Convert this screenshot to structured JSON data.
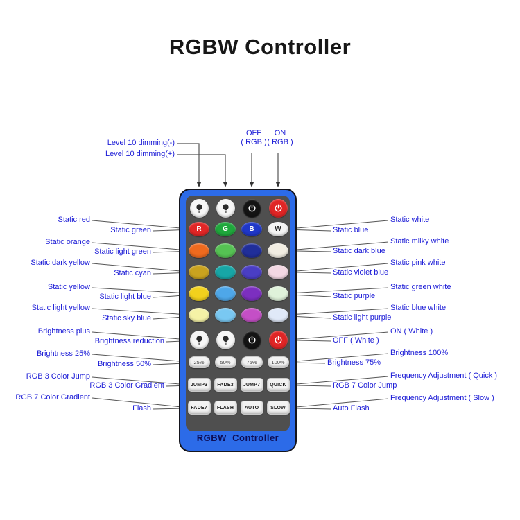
{
  "title": "RGBW Controller",
  "callouts": {
    "top": [
      {
        "text": "Level 10 dimming(-)"
      },
      {
        "text": "Level 10 dimming(+)"
      },
      {
        "line1": "OFF",
        "line2": "( RGB )"
      },
      {
        "line1": "ON",
        "line2": "( RGB )"
      }
    ],
    "left": [
      "Static red",
      "Static green",
      "Static orange",
      "Static light green",
      "Static dark yellow",
      "Static cyan",
      "Static yellow",
      "Static light blue",
      "Static light yellow",
      "Static sky blue",
      "Brightness plus",
      "Brightness reduction",
      "Brightness 25%",
      "Brightness 50%",
      "RGB 3 Color Jump",
      "RGB 3 Color Gradient",
      "RGB 7 Color Gradient",
      "Flash"
    ],
    "right": [
      "Static white",
      "Static blue",
      "Static milky white",
      "Static dark blue",
      "Static pink white",
      "Static violet blue",
      "Static green white",
      "Static purple",
      "Static blue white",
      "Static light purple",
      "ON ( White )",
      "OFF ( White )",
      "Brightness 100%",
      "Brightness 75%",
      "Frequency Adjustment ( Quick )",
      "RGB 7 Color Jump",
      "Frequency Adjustment ( Slow )",
      "Auto Flash"
    ]
  },
  "remote": {
    "brand": "RGBW  Controller",
    "rows": [
      {
        "type": "round",
        "buttons": [
          {
            "name": "level-10-dimming-minus-button",
            "icon": "bulb-icon",
            "bg": "#f6f6f6"
          },
          {
            "name": "level-10-dimming-plus-button",
            "icon": "bulb-icon",
            "bg": "#f6f6f6"
          },
          {
            "name": "off-rgb-button",
            "icon": "power-icon",
            "bg": "#141414"
          },
          {
            "name": "on-rgb-button",
            "icon": "power-icon",
            "bg": "#e02525"
          }
        ]
      },
      {
        "type": "oval",
        "buttons": [
          {
            "name": "static-red-button",
            "label": "R",
            "bg": "#e12626",
            "fg": "#ffffff"
          },
          {
            "name": "static-green-button",
            "label": "G",
            "bg": "#1fa83c",
            "fg": "#ffffff"
          },
          {
            "name": "static-blue-button",
            "label": "B",
            "bg": "#1f37c8",
            "fg": "#ffffff"
          },
          {
            "name": "static-white-button",
            "label": "W",
            "bg": "#f4f4f4",
            "fg": "#222222"
          }
        ]
      },
      {
        "type": "oval",
        "buttons": [
          {
            "name": "static-orange-button",
            "bg": "#ee6a1e"
          },
          {
            "name": "static-light-green-button",
            "bg": "#55c253"
          },
          {
            "name": "static-dark-blue-button",
            "bg": "#202e9a"
          },
          {
            "name": "static-milky-white-button",
            "bg": "#f1ede2"
          }
        ]
      },
      {
        "type": "oval",
        "buttons": [
          {
            "name": "static-dark-yellow-button",
            "bg": "#c9a21f"
          },
          {
            "name": "static-cyan-button",
            "bg": "#17a6a6"
          },
          {
            "name": "static-violet-blue-button",
            "bg": "#4a3ec4"
          },
          {
            "name": "static-pink-white-button",
            "bg": "#f3d8e3"
          }
        ]
      },
      {
        "type": "oval",
        "buttons": [
          {
            "name": "static-yellow-button",
            "bg": "#f2d11d"
          },
          {
            "name": "static-light-blue-button",
            "bg": "#4ea7e9"
          },
          {
            "name": "static-purple-button",
            "bg": "#7c2fc0"
          },
          {
            "name": "static-green-white-button",
            "bg": "#dff2da"
          }
        ]
      },
      {
        "type": "oval",
        "buttons": [
          {
            "name": "static-light-yellow-button",
            "bg": "#f5f2a6"
          },
          {
            "name": "static-sky-blue-button",
            "bg": "#79c8f2"
          },
          {
            "name": "static-light-purple-button",
            "bg": "#c44fc6"
          },
          {
            "name": "static-blue-white-button",
            "bg": "#e0e9f8"
          }
        ]
      },
      {
        "type": "round",
        "buttons": [
          {
            "name": "brightness-plus-button",
            "icon": "bulb-icon",
            "bg": "#f6f6f6"
          },
          {
            "name": "brightness-reduction-button",
            "icon": "bulb-icon",
            "bg": "#f6f6f6"
          },
          {
            "name": "off-white-button",
            "icon": "power-icon",
            "bg": "#141414"
          },
          {
            "name": "on-white-button",
            "icon": "power-icon",
            "bg": "#e02525"
          }
        ]
      },
      {
        "type": "pill-sm",
        "buttons": [
          {
            "name": "brightness-25-button",
            "label": "25%",
            "bg": "#f2f2f2",
            "fg": "#444444"
          },
          {
            "name": "brightness-50-button",
            "label": "50%",
            "bg": "#f2f2f2",
            "fg": "#444444"
          },
          {
            "name": "brightness-75-button",
            "label": "75%",
            "bg": "#f2f2f2",
            "fg": "#444444"
          },
          {
            "name": "brightness-100-button",
            "label": "100%",
            "bg": "#f2f2f2",
            "fg": "#444444"
          }
        ]
      },
      {
        "type": "pill",
        "buttons": [
          {
            "name": "jump3-button",
            "label": "JUMP3",
            "bg": "#f2f2f2",
            "fg": "#1a1a1a"
          },
          {
            "name": "fade3-button",
            "label": "FADE3",
            "bg": "#f2f2f2",
            "fg": "#1a1a1a"
          },
          {
            "name": "jump7-button",
            "label": "JUMP7",
            "bg": "#f2f2f2",
            "fg": "#1a1a1a"
          },
          {
            "name": "quick-button",
            "label": "QUICK",
            "bg": "#f2f2f2",
            "fg": "#1a1a1a"
          }
        ]
      },
      {
        "type": "pill",
        "buttons": [
          {
            "name": "fade7-button",
            "label": "FADE7",
            "bg": "#f2f2f2",
            "fg": "#1a1a1a"
          },
          {
            "name": "flash-button",
            "label": "FLASH",
            "bg": "#f2f2f2",
            "fg": "#1a1a1a"
          },
          {
            "name": "auto-button",
            "label": "AUTO",
            "bg": "#f2f2f2",
            "fg": "#1a1a1a"
          },
          {
            "name": "slow-button",
            "label": "SLOW",
            "bg": "#f2f2f2",
            "fg": "#1a1a1a"
          }
        ]
      }
    ]
  },
  "colors": {
    "callout_text": "#1a1ad6",
    "remote_body": "#2c6be8",
    "remote_panel": "#4f4f4f",
    "brand_text": "#0e0e56",
    "leader_line": "#555555",
    "arrow": "#333333"
  }
}
